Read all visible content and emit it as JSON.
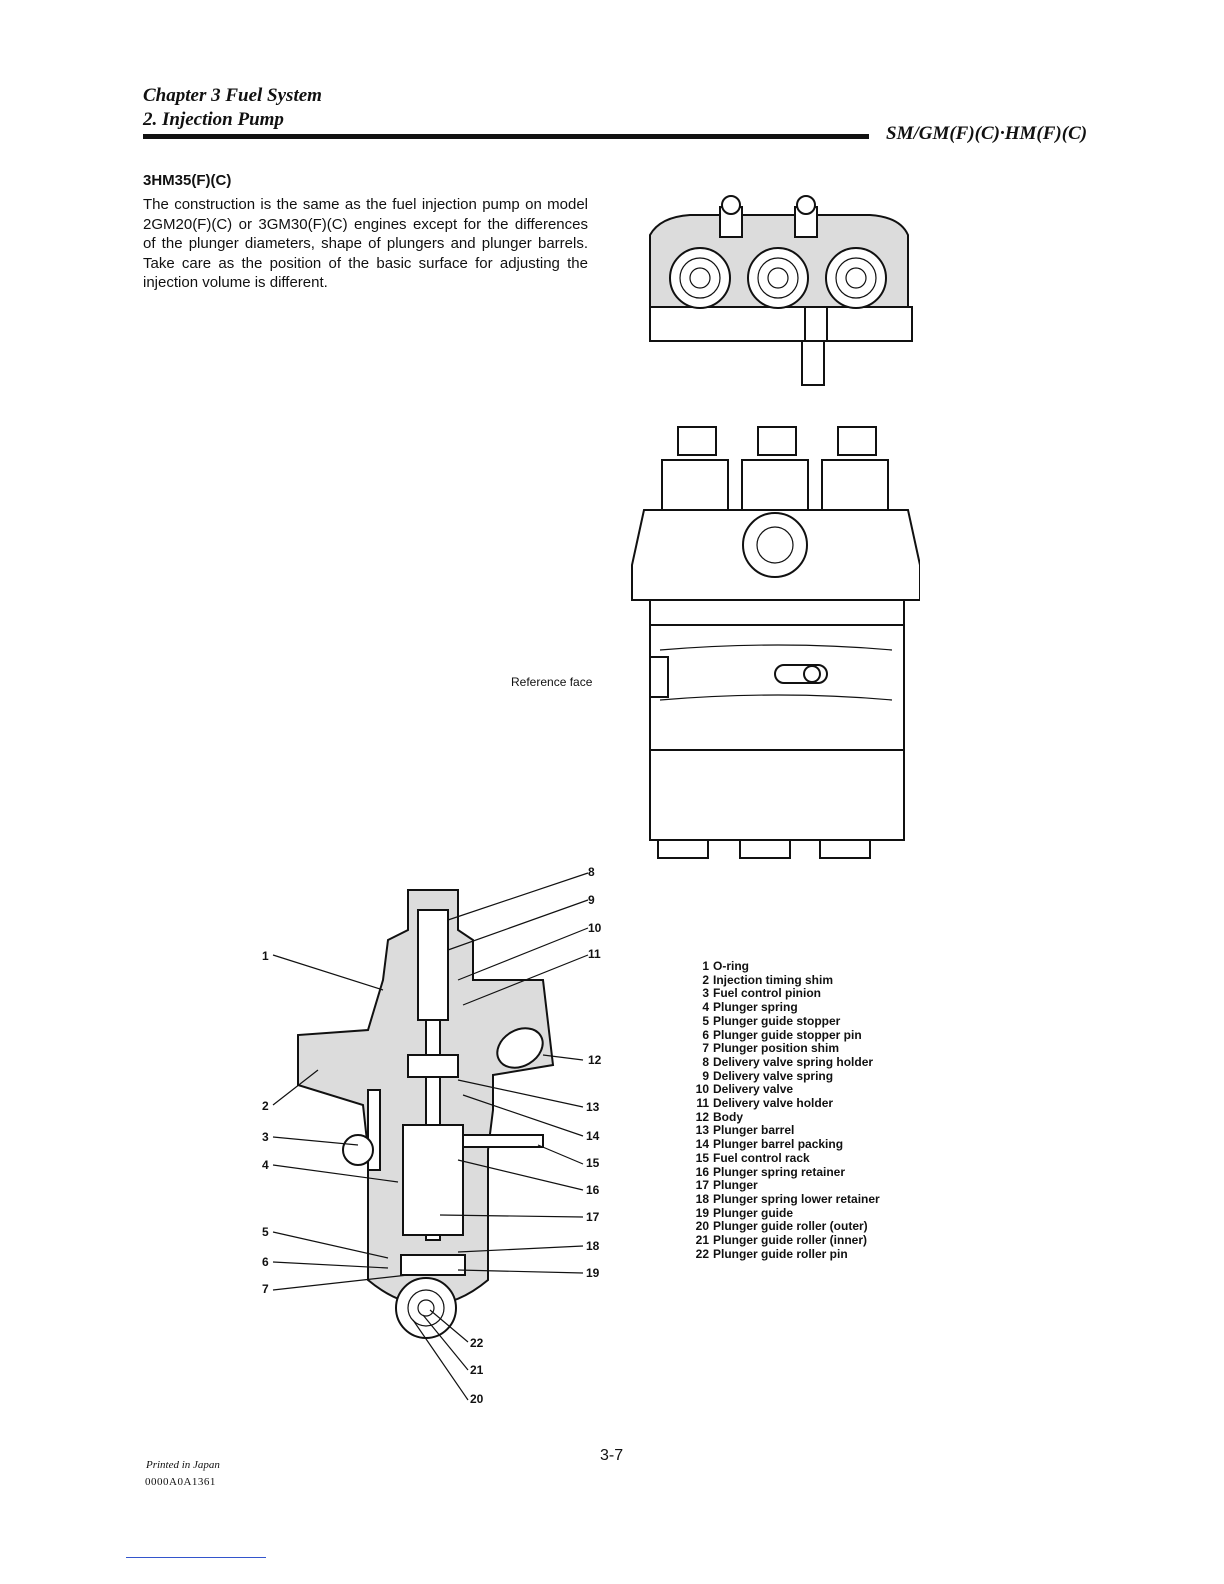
{
  "header": {
    "chapter": "Chapter 3 Fuel System",
    "section": "2. Injection Pump",
    "model_code": "SM/GM(F)(C)·HM(F)(C)"
  },
  "content": {
    "title": "3HM35(F)(C)",
    "body": "The construction is the same as the fuel injection pump on model 2GM20(F)(C) or 3GM30(F)(C) engines except for the differences of the plunger diameters, shape of plungers and plunger barrels. Take care as the position of the basic surface for adjusting the injection volume is different."
  },
  "figure_top": {
    "reference_label": "Reference face"
  },
  "figure_section": {
    "callouts": [
      "1",
      "2",
      "3",
      "4",
      "5",
      "6",
      "7",
      "8",
      "9",
      "10",
      "11",
      "12",
      "13",
      "14",
      "15",
      "16",
      "17",
      "18",
      "19",
      "20",
      "21",
      "22"
    ]
  },
  "legend": [
    {
      "n": "1",
      "text": "O-ring"
    },
    {
      "n": "2",
      "text": "Injection timing shim"
    },
    {
      "n": "3",
      "text": "Fuel control pinion"
    },
    {
      "n": "4",
      "text": "Plunger spring"
    },
    {
      "n": "5",
      "text": "Plunger guide stopper"
    },
    {
      "n": "6",
      "text": "Plunger guide stopper pin"
    },
    {
      "n": "7",
      "text": "Plunger position shim"
    },
    {
      "n": "8",
      "text": "Delivery valve spring holder"
    },
    {
      "n": "9",
      "text": "Delivery valve spring"
    },
    {
      "n": "10",
      "text": "Delivery valve"
    },
    {
      "n": "11",
      "text": "Delivery valve holder"
    },
    {
      "n": "12",
      "text": "Body"
    },
    {
      "n": "13",
      "text": "Plunger barrel"
    },
    {
      "n": "14",
      "text": "Plunger barrel packing"
    },
    {
      "n": "15",
      "text": "Fuel control rack"
    },
    {
      "n": "16",
      "text": "Plunger spring retainer"
    },
    {
      "n": "17",
      "text": "Plunger"
    },
    {
      "n": "18",
      "text": "Plunger spring lower retainer"
    },
    {
      "n": "19",
      "text": "Plunger guide"
    },
    {
      "n": "20",
      "text": "Plunger guide roller (outer)"
    },
    {
      "n": "21",
      "text": "Plunger guide roller (inner)"
    },
    {
      "n": "22",
      "text": "Plunger guide roller pin"
    }
  ],
  "footer": {
    "page_number": "3-7",
    "printed": "Printed in Japan",
    "doc_code": "0000A0A1361"
  }
}
